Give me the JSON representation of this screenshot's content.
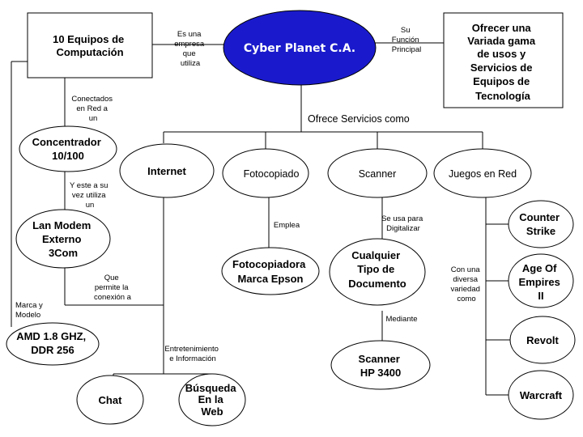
{
  "colors": {
    "center_fill": "#1a1acc",
    "line": "#000000",
    "node_fill": "#ffffff"
  },
  "nodes": {
    "cyber_planet": "Cyber Planet C.A.",
    "equipos": [
      "10 Equipos de",
      "Computación"
    ],
    "ofrecer": [
      "Ofrecer una",
      "Variada gama",
      "de usos y",
      "Servicios de",
      "Equipos de",
      "Tecnología"
    ],
    "concentrador": [
      "Concentrador",
      "10/100"
    ],
    "lan_modem": [
      "Lan Modem",
      "Externo",
      "3Com"
    ],
    "amd": [
      "AMD 1.8 GHZ,",
      "DDR 256"
    ],
    "internet": "Internet",
    "fotocopiado": "Fotocopiado",
    "scanner": "Scanner",
    "juegos": "Juegos en Red",
    "fotocopiadora": [
      "Fotocopiadora",
      "Marca Epson"
    ],
    "documento": [
      "Cualquier",
      "Tipo de",
      "Documento"
    ],
    "scanner_hp": [
      "Scanner",
      "HP 3400"
    ],
    "chat": "Chat",
    "busqueda": [
      "Búsqueda",
      "En la",
      "Web"
    ],
    "counter_strike": [
      "Counter",
      "Strike"
    ],
    "age_of_empires": [
      "Age Of",
      "Empires",
      "II"
    ],
    "revolt": "Revolt",
    "warcraft": "Warcraft"
  },
  "edge_labels": {
    "es_una_empresa": [
      "Es una",
      "empresa",
      "que",
      "utiliza"
    ],
    "su_funcion": [
      "Su",
      "Función",
      "Principal"
    ],
    "ofrece_servicios": "Ofrece Servicios como",
    "conectados": [
      "Conectados",
      "en Red a",
      "un"
    ],
    "y_este": [
      "Y este a su",
      "vez utiliza",
      "un"
    ],
    "que_permite": [
      "Que",
      "permite la",
      "conexión a"
    ],
    "marca_modelo": [
      "Marca y",
      "Modelo"
    ],
    "entretenimiento": [
      "Entretenimiento",
      "e Información"
    ],
    "emplea": "Emplea",
    "se_usa": [
      "Se usa para",
      "Digitalizar"
    ],
    "mediante": "Mediante",
    "con_una": [
      "Con una",
      "diversa",
      "variedad",
      "como"
    ]
  }
}
